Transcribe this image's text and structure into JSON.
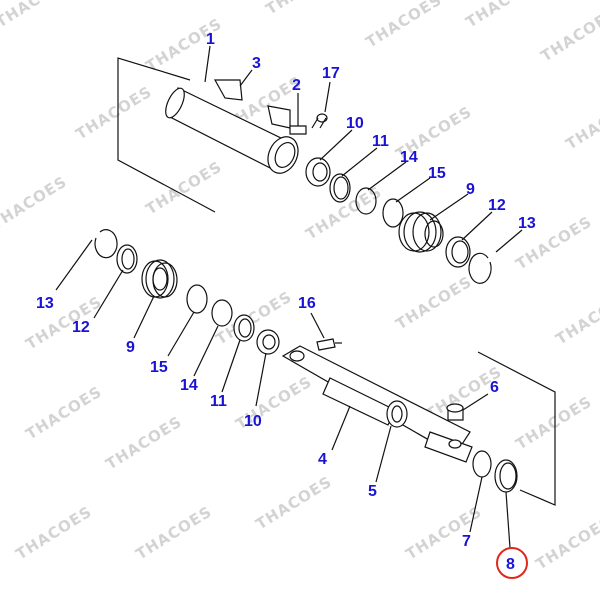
{
  "watermark": "THACOES",
  "colors": {
    "label": "#1a13d6",
    "highlight": "#e0271c",
    "line": "#111111",
    "watermark": "#c9c9c9"
  },
  "callouts": {
    "c1": "1",
    "c3": "3",
    "c2": "2",
    "c17": "17",
    "c10a": "10",
    "c11a": "11",
    "c14a": "14",
    "c15a": "15",
    "c9a": "9",
    "c12a": "12",
    "c13a": "13",
    "c13b": "13",
    "c12b": "12",
    "c9b": "9",
    "c15b": "15",
    "c14b": "14",
    "c11b": "11",
    "c10b": "10",
    "c16": "16",
    "c6": "6",
    "c4": "4",
    "c5": "5",
    "c7": "7",
    "c8": "8"
  },
  "highlighted_part": "8"
}
